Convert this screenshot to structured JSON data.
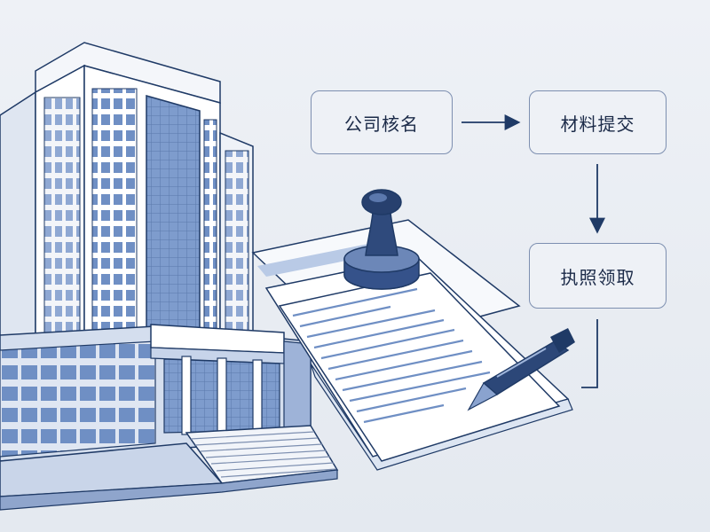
{
  "flow": {
    "steps": [
      {
        "label": "公司核名"
      },
      {
        "label": "材料提交"
      },
      {
        "label": "执照领取"
      }
    ]
  },
  "palette": {
    "background": "#e9edf3",
    "navy": "#1f3a66",
    "steel_blue": "#5a79ac",
    "light_blue": "#b9cae6",
    "box_border": "#7d8fb0"
  },
  "icons": [
    "office-building-icon",
    "rubber-stamp-icon",
    "fountain-pen-icon",
    "document-stack-icon"
  ]
}
